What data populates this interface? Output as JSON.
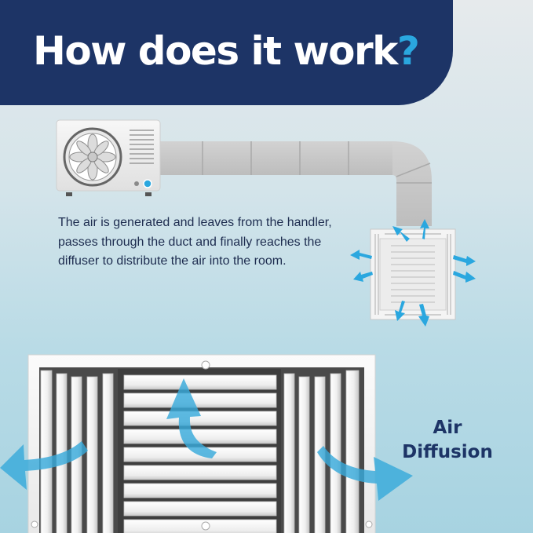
{
  "title": {
    "text": "How does it work",
    "mark": "?"
  },
  "description": "The air is generated and leaves from the handler, passes through the duct and finally reaches the diffuser to distribute the air into the room.",
  "label": {
    "line1": "Air",
    "line2": "Diffusion"
  },
  "colors": {
    "banner": "#1d3466",
    "accent": "#2aa7df",
    "text": "#1d2c4f",
    "arrow": "#38a9da"
  },
  "icons": [
    "air-handler-icon",
    "fan-icon",
    "duct-icon",
    "ceiling-diffuser-icon",
    "airflow-arrow-icon"
  ]
}
